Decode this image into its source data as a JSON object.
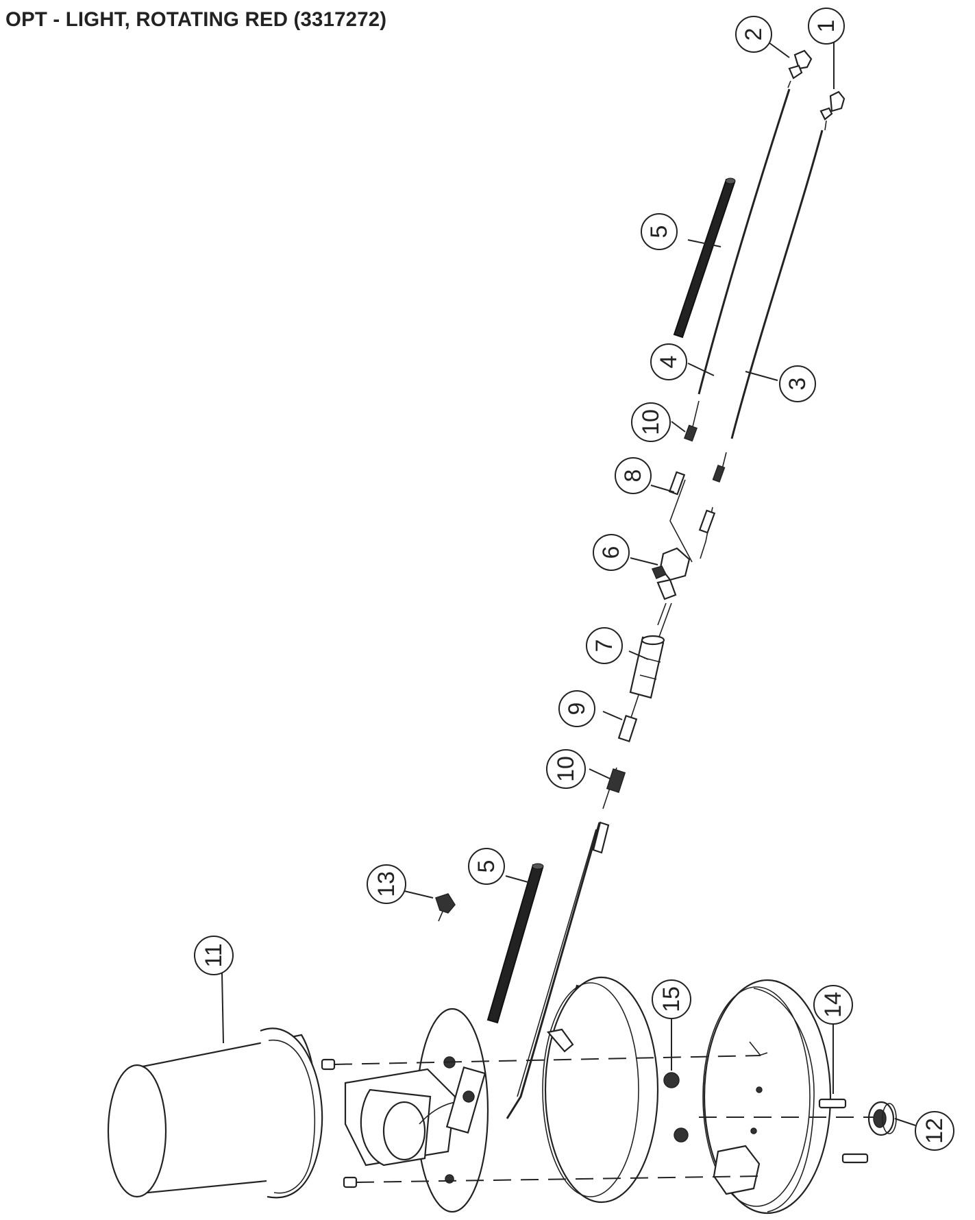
{
  "title": "OPT - LIGHT, ROTATING RED (3317272)",
  "callouts": {
    "c1": "1",
    "c2": "2",
    "c3": "3",
    "c4": "4",
    "c5a": "5",
    "c5b": "5",
    "c6": "6",
    "c7": "7",
    "c8": "8",
    "c9": "9",
    "c10a": "10",
    "c10b": "10",
    "c11": "11",
    "c12": "12",
    "c13": "13",
    "c14": "14",
    "c15": "15"
  }
}
